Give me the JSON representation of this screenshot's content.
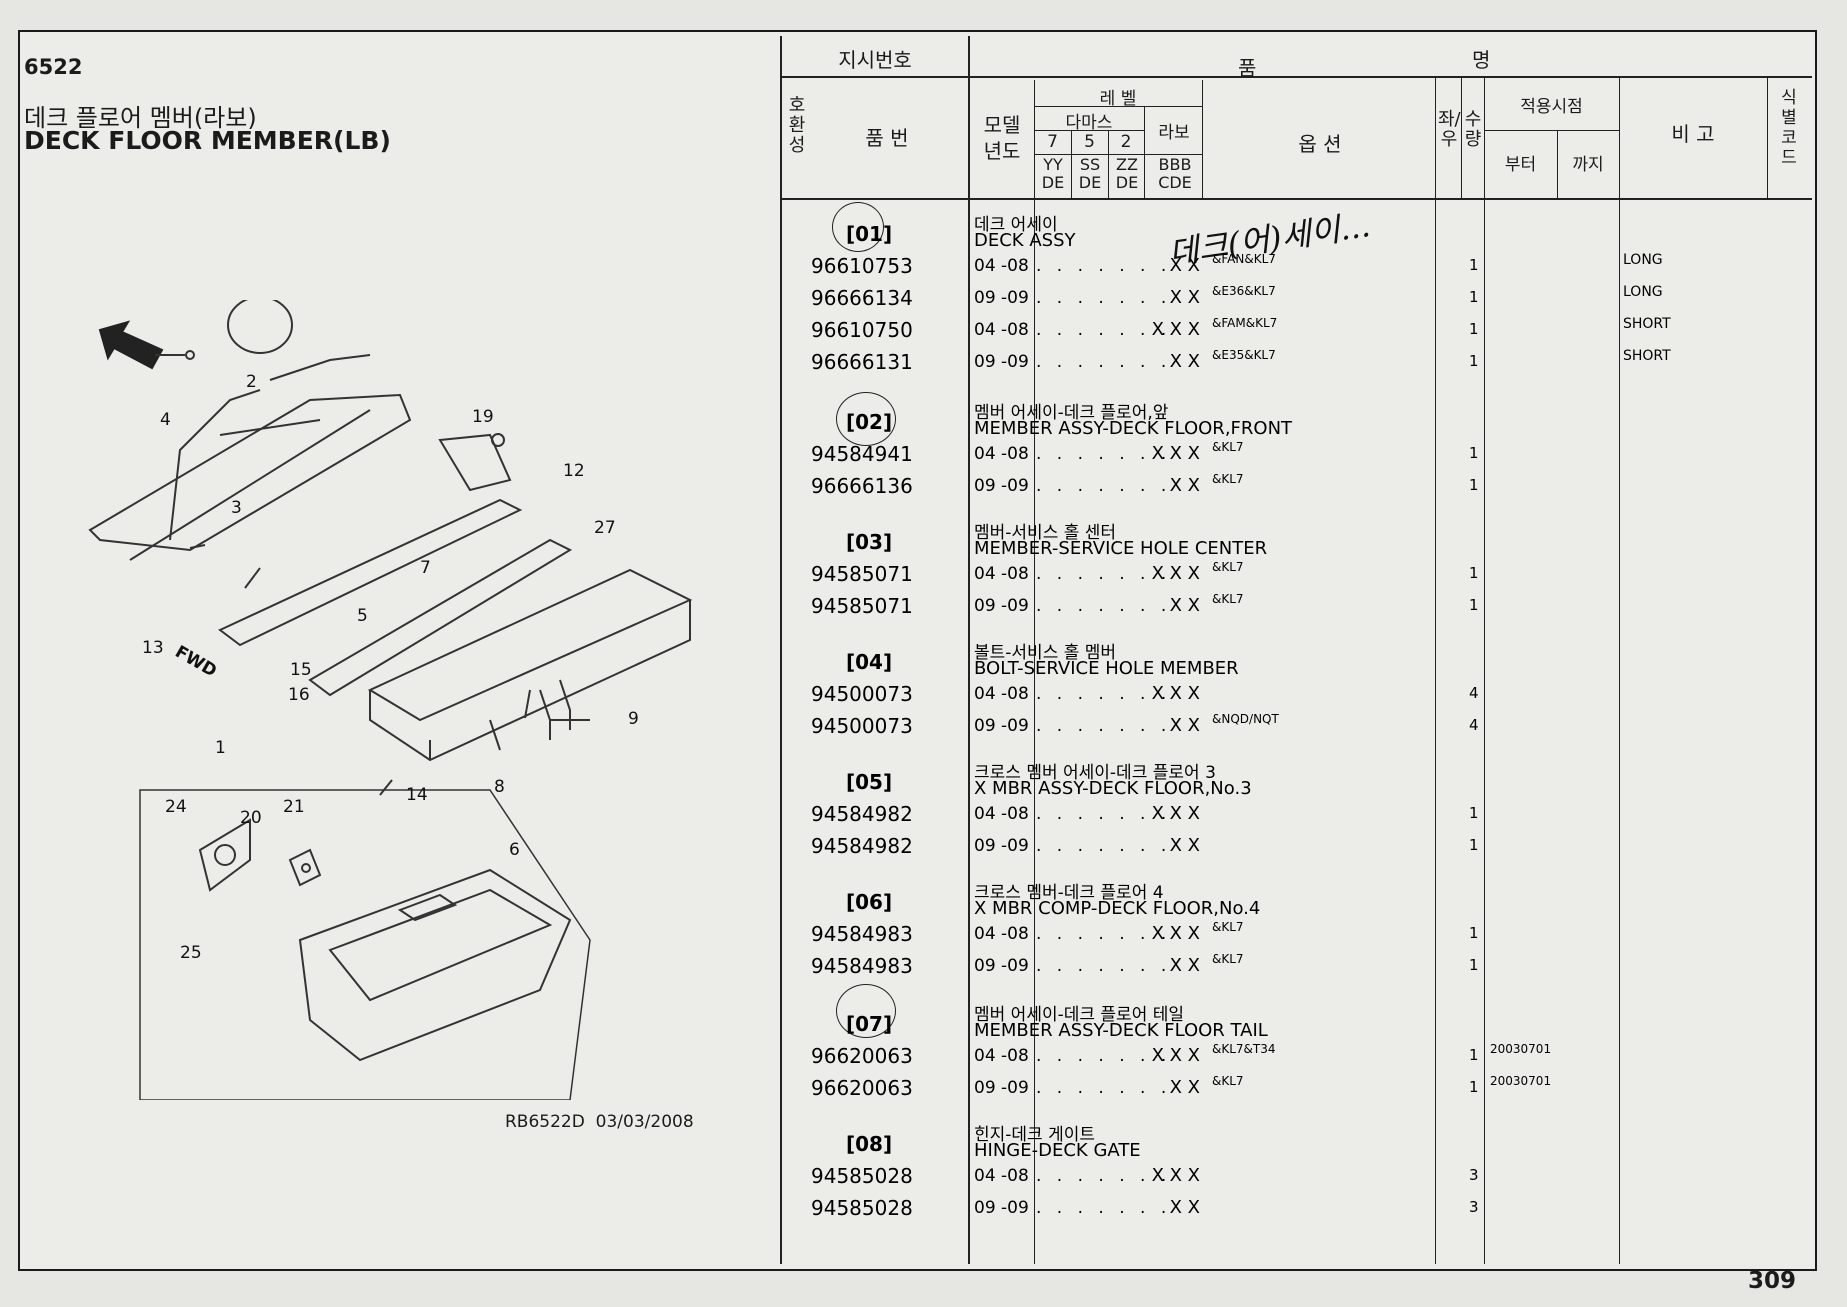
{
  "header": {
    "page_code": "6522",
    "title_ko": "데크 플로어 멤버(라보)",
    "title_en": "DECK FLOOR MEMBER(LB)",
    "diagram_code": "RB6522D",
    "diagram_date": "03/03/2008",
    "page_number": "309"
  },
  "columns": {
    "instruction_no": "지시번호",
    "part_name": "품",
    "part_name_2": "명",
    "interchange": "호환성",
    "part_no": "품    번",
    "model_year": "모델년도",
    "level": "레    벨",
    "damas": "다마스",
    "labo": "라보",
    "level_codes": [
      "7",
      "5",
      "2"
    ],
    "level_sub": [
      "YY DE",
      "SS DE",
      "ZZ DE",
      "BBB CDE"
    ],
    "option": "옵    션",
    "side": "좌/우",
    "qty": "수량",
    "applied_period": "적용시점",
    "from": "부터",
    "to": "까지",
    "remark": "비    고",
    "id_code": "식별코드"
  },
  "handwritten_note": "데크(어)세이...",
  "diagram": {
    "fwd_label": "FWD",
    "callouts": [
      "1",
      "2",
      "3",
      "4",
      "5",
      "6",
      "7",
      "8",
      "9",
      "12",
      "13",
      "14",
      "15",
      "16",
      "19",
      "20",
      "21",
      "24",
      "25",
      "27"
    ]
  },
  "sections": [
    {
      "code": "[01]",
      "name_ko": "데크 어세이",
      "name_en": "DECK ASSY",
      "rows": [
        {
          "part_no": "96610753",
          "year": "04 -08",
          "level": "X X",
          "option": "&FAN&KL7",
          "qty": "1",
          "from": "",
          "remark": "LONG"
        },
        {
          "part_no": "96666134",
          "year": "09 -09",
          "level": "X X",
          "option": "&E36&KL7",
          "qty": "1",
          "from": "",
          "remark": "LONG"
        },
        {
          "part_no": "96610750",
          "year": "04 -08",
          "level": "X X X",
          "option": "&FAM&KL7",
          "qty": "1",
          "from": "",
          "remark": "SHORT"
        },
        {
          "part_no": "96666131",
          "year": "09 -09",
          "level": "X X",
          "option": "&E35&KL7",
          "qty": "1",
          "from": "",
          "remark": "SHORT"
        }
      ]
    },
    {
      "code": "[02]",
      "name_ko": "멤버 어세이-데크 플로어,앞",
      "name_en": "MEMBER ASSY-DECK FLOOR,FRONT",
      "rows": [
        {
          "part_no": "94584941",
          "year": "04 -08",
          "level": "X X X",
          "option": "&KL7",
          "qty": "1",
          "from": "",
          "remark": ""
        },
        {
          "part_no": "96666136",
          "year": "09 -09",
          "level": "X X",
          "option": "&KL7",
          "qty": "1",
          "from": "",
          "remark": ""
        }
      ]
    },
    {
      "code": "[03]",
      "name_ko": "멤버-서비스 홀 센터",
      "name_en": "MEMBER-SERVICE HOLE CENTER",
      "rows": [
        {
          "part_no": "94585071",
          "year": "04 -08",
          "level": "X X X",
          "option": "&KL7",
          "qty": "1",
          "from": "",
          "remark": ""
        },
        {
          "part_no": "94585071",
          "year": "09 -09",
          "level": "X X",
          "option": "&KL7",
          "qty": "1",
          "from": "",
          "remark": ""
        }
      ]
    },
    {
      "code": "[04]",
      "name_ko": "볼트-서비스 홀 멤버",
      "name_en": "BOLT-SERVICE HOLE MEMBER",
      "rows": [
        {
          "part_no": "94500073",
          "year": "04 -08",
          "level": "X X X",
          "option": "",
          "qty": "4",
          "from": "",
          "remark": ""
        },
        {
          "part_no": "94500073",
          "year": "09 -09",
          "level": "X X",
          "option": "&NQD/NQT",
          "qty": "4",
          "from": "",
          "remark": ""
        }
      ]
    },
    {
      "code": "[05]",
      "name_ko": "크로스 멤버 어세이-데크 플로어 3",
      "name_en": "X MBR ASSY-DECK FLOOR,No.3",
      "rows": [
        {
          "part_no": "94584982",
          "year": "04 -08",
          "level": "X X X",
          "option": "",
          "qty": "1",
          "from": "",
          "remark": ""
        },
        {
          "part_no": "94584982",
          "year": "09 -09",
          "level": "X X",
          "option": "",
          "qty": "1",
          "from": "",
          "remark": ""
        }
      ]
    },
    {
      "code": "[06]",
      "name_ko": "크로스 멤버-데크 플로어 4",
      "name_en": "X MBR COMP-DECK FLOOR,No.4",
      "rows": [
        {
          "part_no": "94584983",
          "year": "04 -08",
          "level": "X X X",
          "option": "&KL7",
          "qty": "1",
          "from": "",
          "remark": ""
        },
        {
          "part_no": "94584983",
          "year": "09 -09",
          "level": "X X",
          "option": "&KL7",
          "qty": "1",
          "from": "",
          "remark": ""
        }
      ]
    },
    {
      "code": "[07]",
      "name_ko": "멤버 어세이-데크 플로어 테일",
      "name_en": "MEMBER ASSY-DECK FLOOR TAIL",
      "rows": [
        {
          "part_no": "96620063",
          "year": "04 -08",
          "level": "X X X",
          "option": "&KL7&T34",
          "qty": "1",
          "from": "20030701",
          "remark": ""
        },
        {
          "part_no": "96620063",
          "year": "09 -09",
          "level": "X X",
          "option": "&KL7",
          "qty": "1",
          "from": "20030701",
          "remark": ""
        }
      ]
    },
    {
      "code": "[08]",
      "name_ko": "힌지-데크 게이트",
      "name_en": "HINGE-DECK GATE",
      "rows": [
        {
          "part_no": "94585028",
          "year": "04 -08",
          "level": "X X X",
          "option": "",
          "qty": "3",
          "from": "",
          "remark": ""
        },
        {
          "part_no": "94585028",
          "year": "09 -09",
          "level": "X X",
          "option": "",
          "qty": "3",
          "from": "",
          "remark": ""
        }
      ]
    }
  ]
}
